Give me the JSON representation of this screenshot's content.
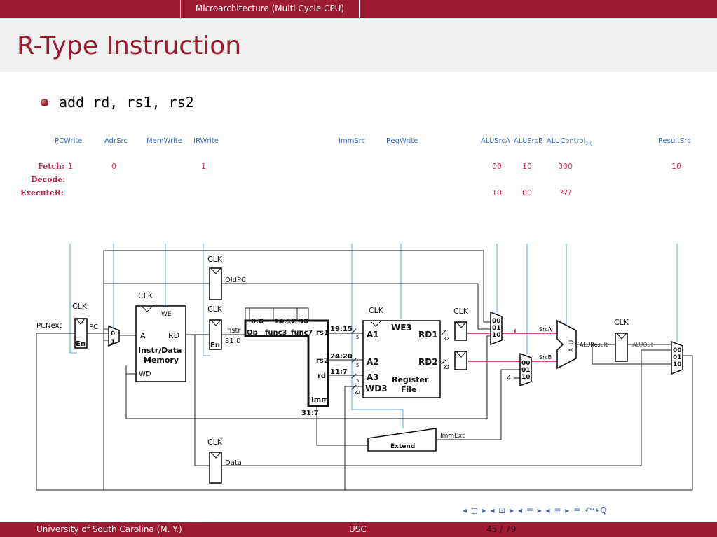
{
  "header": {
    "section": "Microarchitecture (Multi Cycle CPU)"
  },
  "slide": {
    "title": "R-Type Instruction",
    "bullet": "add rd, rs1, rs2"
  },
  "control_table": {
    "signals": [
      "PCWrite",
      "AdrSrc",
      "MemWrite",
      "IRWrite",
      "ImmSrc",
      "RegWrite",
      "ALUSrcA",
      "ALUSrcB",
      "ALUControl",
      "ResultSrc"
    ],
    "alucontrol_sub": "2:0",
    "rows": [
      {
        "state": "Fetch:",
        "values": {
          "PCWrite": "1",
          "AdrSrc": "0",
          "IRWrite": "1",
          "ALUSrcA": "00",
          "ALUSrcB": "10",
          "ALUControl": "000",
          "ResultSrc": "10"
        }
      },
      {
        "state": "Decode:",
        "values": {}
      },
      {
        "state": "ExecuteR:",
        "values": {
          "ALUSrcA": "10",
          "ALUSrcB": "00",
          "ALUControl": "???"
        }
      }
    ]
  },
  "diagram": {
    "clk": "CLK",
    "en": "En",
    "labels": {
      "pcnext": "PCNext",
      "pc": "PC",
      "oldpc": "OldPC",
      "we": "WE",
      "a": "A",
      "rd": "RD",
      "mem_title_1": "Instr/Data",
      "mem_title_2": "Memory",
      "wd": "WD",
      "instr": "Instr",
      "range_31_0": "31:0",
      "data": "Data",
      "f_6_0": "6:0",
      "f_14_12": "14:12",
      "f_30": "30",
      "op": "Op",
      "func3": "func3",
      "func7": "func7",
      "rs1": "rs1",
      "rs2": "rs2",
      "rd_field": "rd",
      "imm": "Imm",
      "range_31_7": "31:7",
      "b_19_15": "19:15",
      "b_24_20": "24:20",
      "b_11_7": "11:7",
      "w5a": "5",
      "w5b": "5",
      "w5c": "5",
      "w32a": "32",
      "w32b": "32",
      "w32c": "32",
      "we3": "WE3",
      "a1": "A1",
      "a2": "A2",
      "a3": "A3",
      "wd3": "WD3",
      "rd1": "RD1",
      "rd2": "RD2",
      "rf_title_1": "Register",
      "rf_title_2": "File",
      "extend": "Extend",
      "immext": "ImmExt",
      "srca": "SrcA",
      "srcb": "SrcB",
      "alu": "ALU",
      "aluresult": "ALUResult",
      "aluout": "ALUOut",
      "four": "4",
      "m0": "0",
      "m1": "1",
      "m00": "00",
      "m01": "01",
      "m10": "10",
      "m00b": "00",
      "m01b": "01",
      "m10b": "10",
      "m00c": "00",
      "m01c": "01",
      "m10c": "10"
    }
  },
  "footer": {
    "left": "University of South Carolina  (M. Y.)",
    "center": "USC",
    "page": "45 / 79",
    "nav_symbols": "◂ ◻ ▸  ◂ ⊡ ▸  ◂ ≡ ▸  ◂ ≡ ▸    ≡    ↶↷Q"
  },
  "colors": {
    "brand": "#9b1c31",
    "control_signal": "#3b6fc4",
    "control_value": "#c0294e",
    "active_path": "#d6336c",
    "control_line": "#5fa8d6"
  }
}
